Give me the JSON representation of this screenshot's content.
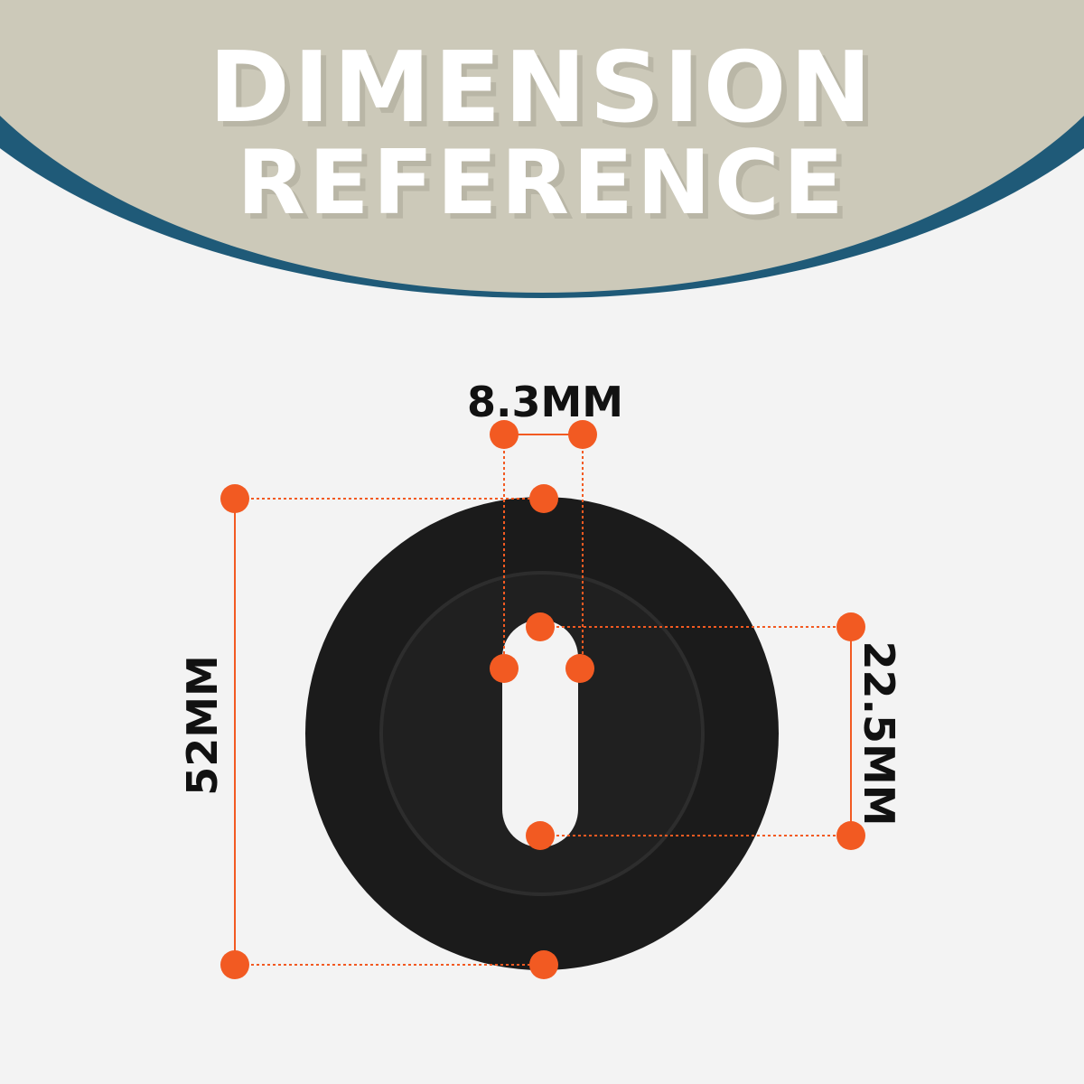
{
  "title": {
    "line1": "DIMENSION",
    "line2": "REFERENCE"
  },
  "dimensions": {
    "keyhole_width": "8.3MM",
    "outer_diameter": "52MM",
    "keyhole_height": "22.5MM"
  },
  "colors": {
    "background": "#f3f3f3",
    "header_fill": "#ccc9b9",
    "header_border": "#1f5a78",
    "marker": "#f25a22",
    "rosette": "#1b1b1b",
    "title_text": "#ffffff"
  }
}
